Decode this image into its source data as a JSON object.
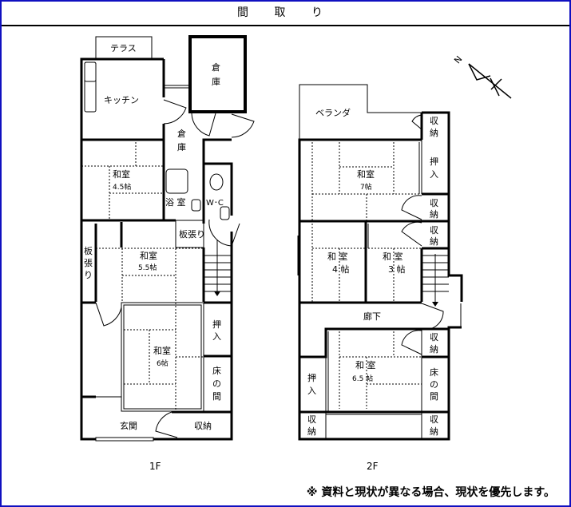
{
  "title": "間 取 り",
  "floor1": {
    "label": "1F",
    "rooms": {
      "terrace": "テラス",
      "kitchen": "キッチン",
      "storage_large": [
        "倉",
        "庫"
      ],
      "storage_small": [
        "倉",
        "庫"
      ],
      "washitsu_45": [
        "和室",
        "4.5帖"
      ],
      "bath": "浴 室",
      "wc": "W･C",
      "hall_wood": "板張り",
      "wood_strip": [
        "板",
        "張",
        "り"
      ],
      "washitsu_55": [
        "和室",
        "5.5帖"
      ],
      "washitsu_6": [
        "和室",
        "6帖"
      ],
      "oshiire": [
        "押",
        "入"
      ],
      "tokonoma": [
        "床",
        "の",
        "間"
      ],
      "entrance": "玄関",
      "storage": "収納"
    }
  },
  "floor2": {
    "label": "2F",
    "rooms": {
      "veranda": "ベランダ",
      "washitsu_7": [
        "和室",
        "7帖"
      ],
      "washitsu_4": [
        "和 室",
        "4 帖"
      ],
      "washitsu_3": [
        "和 室",
        "3 帖"
      ],
      "corridor": "廊下",
      "washitsu_65": [
        "和 室",
        "6.5 帖"
      ],
      "oshiire": [
        "押",
        "入"
      ],
      "tokonoma": [
        "床",
        "の",
        "間"
      ],
      "storage": [
        "収",
        "納"
      ]
    }
  },
  "compass": {
    "icon": "north-arrow-icon",
    "letter": "N"
  },
  "note": "※ 資料と現状が異なる場合、現状を優先します。",
  "colors": {
    "frame": "#1010c0",
    "line": "#000000"
  }
}
